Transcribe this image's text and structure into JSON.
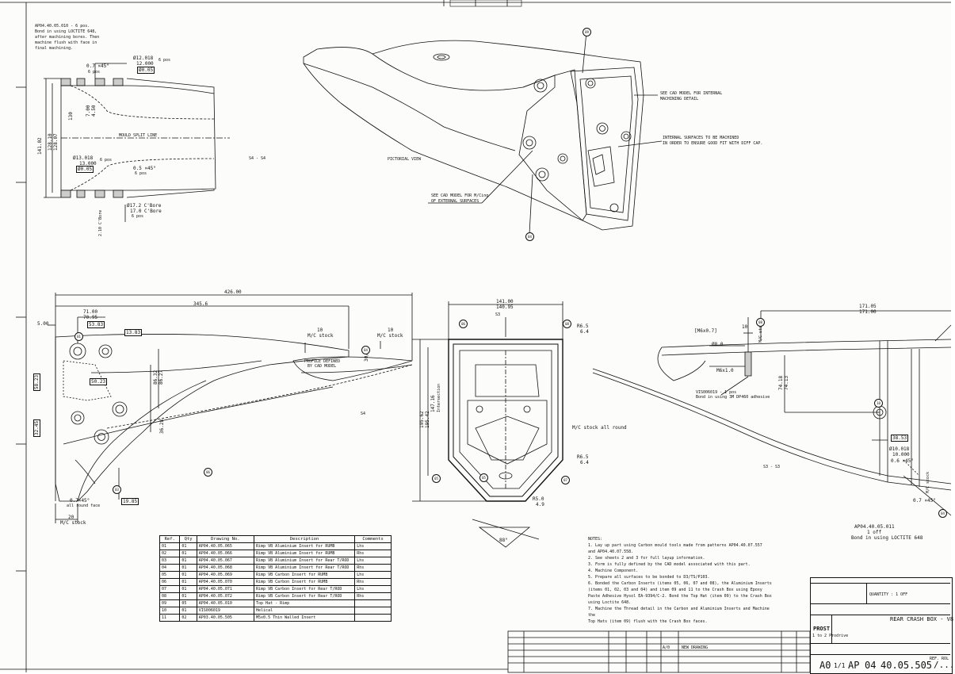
{
  "top_left_view": {
    "note": [
      "AP04.40.05.010 - 6 pos.",
      "Bond in using LOCTITE 648,",
      "after machining bores. Then",
      "machine flush with face in",
      "final machining."
    ],
    "dims": {
      "chamfer_top": "0.7 ×45°",
      "pos_top": "6 pos",
      "bore_top_a": "Ø12.018",
      "bore_top_b": "12.000",
      "pos_top_b": "6 pos",
      "flat_top": "Ø0.05",
      "d141": "141.02",
      "d128": "128.10",
      "d128b": "128.07",
      "d130": "130",
      "d700": "7.00",
      "d450": "4.50",
      "mould": "MOULD SPLIT LINE",
      "bore_bot_a": "Ø13.018",
      "bore_bot_b": "13.000",
      "pos_bot": "6 pos",
      "flat_bot": "Ø0.05",
      "chamfer_bot": "0.5 ×45°",
      "pos_bot_b": "6 pos",
      "cbore_a": "Ø17.2 C'Bore",
      "cbore_b": "17.0 C'Bore",
      "pos_cbore": "6 pos",
      "d210": "2.10 C'Bore",
      "section": "S4 - S4"
    }
  },
  "pictorial": {
    "label": "PICTORIAL VIEW",
    "note_cad_internal": [
      "SEE CAD MODEL FOR INTERNAL",
      "MACHINING DETAIL"
    ],
    "note_internal_surfaces": [
      "INTERNAL SURFACES TO BE MACHINED",
      "IN ORDER TO ENSURE GOOD FIT WITH DIFF CAP."
    ],
    "note_cad_external": [
      "SEE CAD MODEL FOR M/Cing",
      "OF EXTERNAL SURFACES"
    ]
  },
  "side_view": {
    "d426": "426.00",
    "d345": "345.6",
    "d500": "5.00",
    "d71a": "71.00",
    "d71b": "70.95",
    "d5383a": "53.83",
    "d5383b": "53.83",
    "d1378": "13.83",
    "d5023": "50.23",
    "d5823": "58.23",
    "d8632": "86.32",
    "d8627": "86.27",
    "d3628": "36.28",
    "d3245": "32.45",
    "stock10a": "10",
    "stock10a_l": "M/C stock",
    "stock10b": "10",
    "stock10b_l": "M/C stock",
    "profile": [
      "PROFILE DEFINED",
      "BY CAD MODEL"
    ],
    "d3030": "30/30",
    "s4": "S4",
    "chamfer": "0.7×45°",
    "chamfer_l": "all round face",
    "d1985": "19.85",
    "stock20": "20",
    "stock20_l": "M/C stock"
  },
  "section_view": {
    "d141a": "141.00",
    "d141b": "140.95",
    "s3": "S3",
    "r65a": "R6.5",
    "r65a2": "6.4",
    "r65b": "R6.5",
    "r65b2": "6.4",
    "r50a": "R5.0",
    "r50b": "4.9",
    "d19562": "195.62",
    "d19542": "195.42",
    "d14716": "147.16",
    "intersection": "Intersection",
    "stock": "M/C stock all round",
    "angle": "88°"
  },
  "detail_view": {
    "d17105": "171.05",
    "d17100": "171.00",
    "m6": "[M6x0.7]",
    "d10": "10",
    "stock_v": "M/C stock",
    "phi8": "Ø8.0",
    "m6b": "M6x1.0",
    "d7418": "74.18",
    "d7413": "74.13",
    "vis": "VIS006019 - 1 pos",
    "bond": "Bond in using 3M DP460 adhesive",
    "d3853": "38.53",
    "phi10a": "Ø10.018",
    "phi10b": "10.000",
    "d0645": "0.6 ×45°",
    "stock_r": "M/C stock",
    "d07": "0.7 ×45°",
    "s3": "S3 - S3",
    "ap": "AP04.40.05.011",
    "off": "1 off",
    "bond2": "Bond in using LOCTITE 648"
  },
  "parts_table": {
    "headers": [
      "Ref.",
      "Qty",
      "Drawing No.",
      "Description",
      "Comments"
    ],
    "rows": [
      [
        "01",
        "01",
        "AP04.40.05.065",
        "Rimp VB Aluminium Insert for RUMB",
        "Lhs"
      ],
      [
        "02",
        "01",
        "AP04.40.05.066",
        "Rimp VB Aluminium Insert for RUMB",
        "Rhs"
      ],
      [
        "03",
        "01",
        "AP04.40.05.067",
        "Rimp VB Aluminium Insert for Rear T/ROD",
        "Lhs"
      ],
      [
        "04",
        "01",
        "AP04.40.05.068",
        "Rimp VB Aluminium Insert for Rear T/ROD",
        "Rhs"
      ],
      [
        "05",
        "01",
        "AP04.40.05.069",
        "Rimp VB Carbon Insert for RUMB",
        "Lhs"
      ],
      [
        "06",
        "01",
        "AP04.40.05.070",
        "Rimp VB Carbon Insert for RUMB",
        "Rhs"
      ],
      [
        "07",
        "01",
        "AP04.40.05.071",
        "Rimp VB Carbon Insert for Rear T/ROD",
        "Lhs"
      ],
      [
        "08",
        "01",
        "AP04.40.05.072",
        "Rimp VB Carbon Insert for Rear T/ROD",
        "Rhs"
      ],
      [
        "09",
        "05",
        "AP04.40.05.010",
        "Top Hat - Rimp",
        ""
      ],
      [
        "10",
        "01",
        "VIS006019",
        "Helical",
        ""
      ],
      [
        "11",
        "02",
        "AP03.40.05.505",
        "M5x0.5 Thin Walled Insert",
        ""
      ]
    ]
  },
  "notes": {
    "title": "NOTES:",
    "items": [
      "1.  Lay up part using Carbon mould tools made from patterns AP04.40.07.557",
      "    and AP04.40.07.558.",
      "2.  See sheets 2 and 3 for full layup information.",
      "3.  Form is fully defined by the CAD model associated with this part.",
      "4.  Machine Component.",
      "5.  Prepare all surfaces to be bonded to D3/TS/P103.",
      "6.  Bonded the Carbon Inserts (items 05, 06, 07 and 08), the Aluminium Inserts",
      "    (items 01, 02, 03 and 04) and item 09 and 11 to the Crash Box using Epoxy",
      "    Paste Adhesive Hysol EA-9394/C-2. Bond the Top Hat (item 09) to the Crash Box",
      "    using Loctite 648.",
      "7.  Machine the Thread detail in the Carbon and Aluminium Inserts and Machine the",
      "    Top Hats (item 09) flush with the Crash Box faces."
    ]
  },
  "title_block": {
    "drawing_title": "REAR CRASH BOX - V8",
    "sheet_size": "A0",
    "sheet": "1/1",
    "prefix": "AP",
    "number_a": "04",
    "number_b": "40.05.505",
    "rev": "/...",
    "company": "PROST",
    "company_l": "1 to 2 Prodrive",
    "rev_note": "NEW DRAWING",
    "rev_a": "A/0",
    "quantity": "QUANTITY : 1 OFF",
    "ref": "REF. ROL"
  },
  "balloons": {
    "p1": "09",
    "p2": "04",
    "p3": "06",
    "s1": "06",
    "s2": "08",
    "s3": "05",
    "s4": "07",
    "c1": "01",
    "c2": "03",
    "c3": "04",
    "c4": "05",
    "d1": "08",
    "d2": "10",
    "d3": "04"
  },
  "colors": {
    "paper": "#fcfcfa",
    "ink": "#111111"
  }
}
